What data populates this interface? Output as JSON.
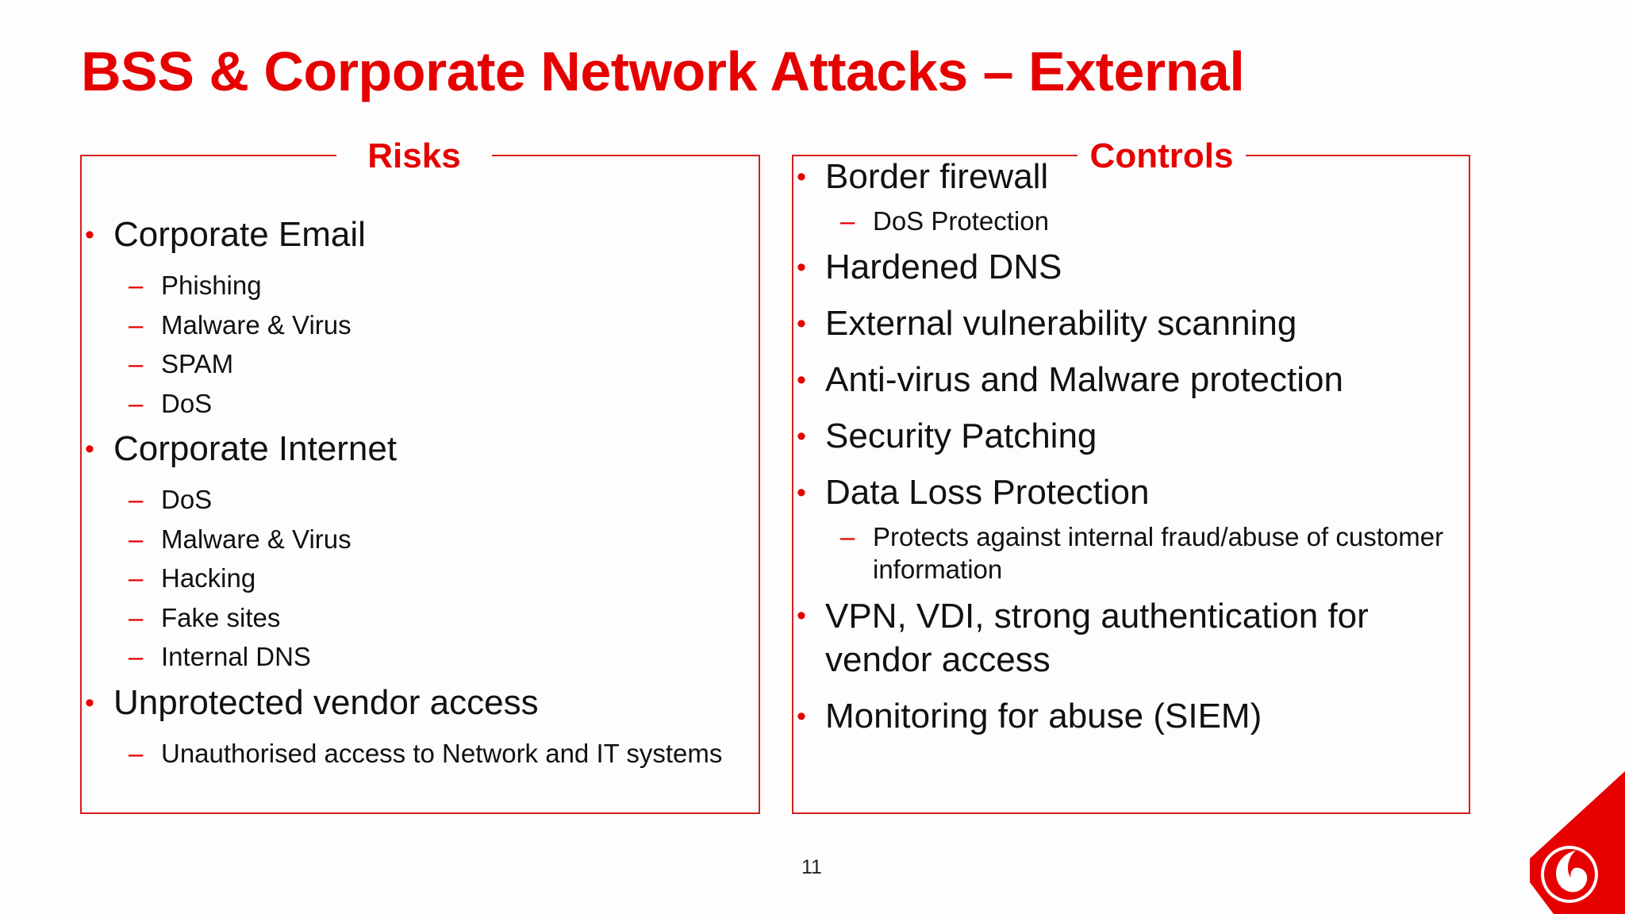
{
  "slide": {
    "title": "BSS & Corporate Network Attacks – External",
    "page_number": "11"
  },
  "risks": {
    "heading": "Risks",
    "items": [
      {
        "label": "Corporate Email",
        "subitems": [
          "Phishing",
          "Malware & Virus",
          "SPAM",
          "DoS"
        ]
      },
      {
        "label": "Corporate Internet",
        "subitems": [
          "DoS",
          "Malware & Virus",
          "Hacking",
          "Fake sites",
          "Internal DNS"
        ]
      },
      {
        "label": "Unprotected vendor access",
        "subitems": [
          "Unauthorised access to Network and IT systems"
        ]
      }
    ]
  },
  "controls": {
    "heading": "Controls",
    "items": [
      {
        "label": "Border firewall",
        "subitems": [
          "DoS Protection"
        ]
      },
      {
        "label": "Hardened DNS",
        "subitems": []
      },
      {
        "label": "External vulnerability scanning",
        "subitems": []
      },
      {
        "label": "Anti-virus and Malware protection",
        "subitems": []
      },
      {
        "label": "Security Patching",
        "subitems": []
      },
      {
        "label": "Data Loss Protection",
        "subitems": [
          "Protects against internal fraud/abuse of customer information"
        ]
      },
      {
        "label": "VPN, VDI, strong authentication for vendor access",
        "subitems": []
      },
      {
        "label": "Monitoring for abuse (SIEM)",
        "subitems": []
      }
    ]
  },
  "bullet_glyph": "•",
  "dash_glyph": "–",
  "colors": {
    "accent": "#e60000",
    "border": "#d81e1e",
    "text": "#111111"
  },
  "logo": {
    "icon": "vodafone-logo-icon"
  }
}
